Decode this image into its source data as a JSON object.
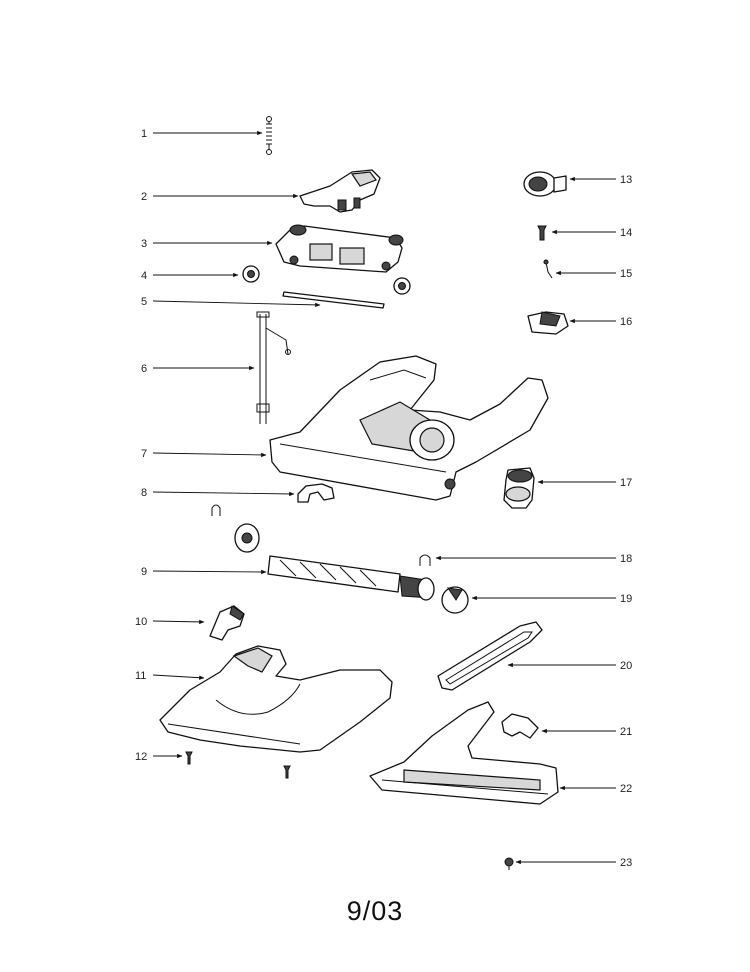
{
  "callouts": [
    {
      "id": "1"
    },
    {
      "id": "2"
    },
    {
      "id": "3"
    },
    {
      "id": "4"
    },
    {
      "id": "5"
    },
    {
      "id": "6"
    },
    {
      "id": "7"
    },
    {
      "id": "8"
    },
    {
      "id": "9"
    },
    {
      "id": "10"
    },
    {
      "id": "11"
    },
    {
      "id": "12"
    },
    {
      "id": "13"
    },
    {
      "id": "14"
    },
    {
      "id": "15"
    },
    {
      "id": "16"
    },
    {
      "id": "17"
    },
    {
      "id": "18"
    },
    {
      "id": "19"
    },
    {
      "id": "20"
    },
    {
      "id": "21"
    },
    {
      "id": "22"
    },
    {
      "id": "23"
    }
  ],
  "footer": {
    "date_code": "9/03"
  }
}
